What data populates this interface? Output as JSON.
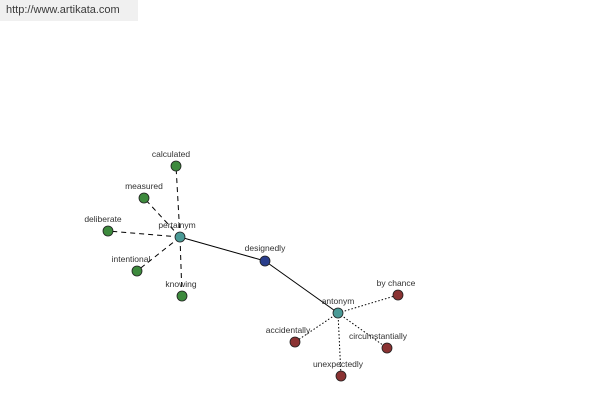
{
  "header": {
    "url": "http://www.artikata.com"
  },
  "graph": {
    "colors": {
      "center": "#2a3e8c",
      "hub": "#4a9a96",
      "synonym": "#3d8a3d",
      "antonym": "#8a3232",
      "edge": "#000000"
    },
    "nodes": [
      {
        "id": "designedly",
        "label": "designedly",
        "kind": "center"
      },
      {
        "id": "pertainym",
        "label": "pertainym",
        "kind": "hub"
      },
      {
        "id": "antonym",
        "label": "antonym",
        "kind": "hub"
      },
      {
        "id": "calculated",
        "label": "calculated",
        "kind": "synonym"
      },
      {
        "id": "measured",
        "label": "measured",
        "kind": "synonym"
      },
      {
        "id": "deliberate",
        "label": "deliberate",
        "kind": "synonym"
      },
      {
        "id": "intentional",
        "label": "intentional",
        "kind": "synonym"
      },
      {
        "id": "knowing",
        "label": "knowing",
        "kind": "synonym"
      },
      {
        "id": "by-chance",
        "label": "by chance",
        "kind": "antonym"
      },
      {
        "id": "accidentally",
        "label": "accidentally",
        "kind": "antonym"
      },
      {
        "id": "circumstantially",
        "label": "circumstantially",
        "kind": "antonym"
      },
      {
        "id": "unexpectedly",
        "label": "unexpectedly",
        "kind": "antonym"
      }
    ],
    "edges": [
      {
        "from": "designedly",
        "to": "pertainym",
        "style": "solid"
      },
      {
        "from": "designedly",
        "to": "antonym",
        "style": "solid"
      },
      {
        "from": "pertainym",
        "to": "calculated",
        "style": "dashed"
      },
      {
        "from": "pertainym",
        "to": "measured",
        "style": "dashed"
      },
      {
        "from": "pertainym",
        "to": "deliberate",
        "style": "dashed"
      },
      {
        "from": "pertainym",
        "to": "intentional",
        "style": "dashed"
      },
      {
        "from": "pertainym",
        "to": "knowing",
        "style": "dashed"
      },
      {
        "from": "antonym",
        "to": "by-chance",
        "style": "dotted"
      },
      {
        "from": "antonym",
        "to": "accidentally",
        "style": "dotted"
      },
      {
        "from": "antonym",
        "to": "circumstantially",
        "style": "dotted"
      },
      {
        "from": "antonym",
        "to": "unexpectedly",
        "style": "dotted"
      }
    ]
  }
}
